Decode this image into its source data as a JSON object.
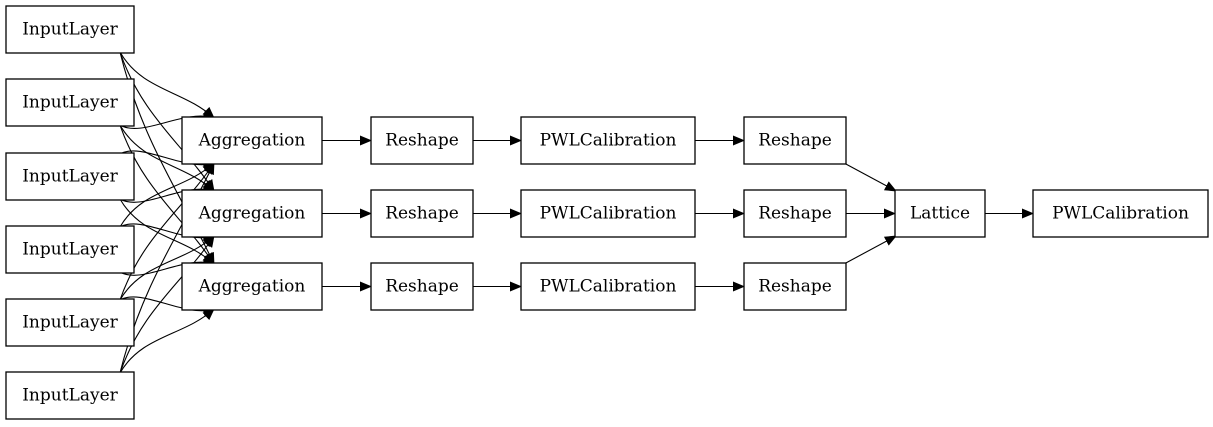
{
  "nodes": [
    {
      "id": "in1",
      "label": "InputLayer"
    },
    {
      "id": "in2",
      "label": "InputLayer"
    },
    {
      "id": "in3",
      "label": "InputLayer"
    },
    {
      "id": "in4",
      "label": "InputLayer"
    },
    {
      "id": "in5",
      "label": "InputLayer"
    },
    {
      "id": "in6",
      "label": "InputLayer"
    },
    {
      "id": "agg1",
      "label": "Aggregation"
    },
    {
      "id": "agg2",
      "label": "Aggregation"
    },
    {
      "id": "agg3",
      "label": "Aggregation"
    },
    {
      "id": "resA1",
      "label": "Reshape"
    },
    {
      "id": "resA2",
      "label": "Reshape"
    },
    {
      "id": "resA3",
      "label": "Reshape"
    },
    {
      "id": "pwl1",
      "label": "PWLCalibration"
    },
    {
      "id": "pwl2",
      "label": "PWLCalibration"
    },
    {
      "id": "pwl3",
      "label": "PWLCalibration"
    },
    {
      "id": "resB1",
      "label": "Reshape"
    },
    {
      "id": "resB2",
      "label": "Reshape"
    },
    {
      "id": "resB3",
      "label": "Reshape"
    },
    {
      "id": "lattice",
      "label": "Lattice"
    },
    {
      "id": "pwlOut",
      "label": "PWLCalibration"
    }
  ],
  "edges": [
    {
      "from": "in1",
      "to": "agg1"
    },
    {
      "from": "in1",
      "to": "agg2"
    },
    {
      "from": "in1",
      "to": "agg3"
    },
    {
      "from": "in2",
      "to": "agg1"
    },
    {
      "from": "in2",
      "to": "agg2"
    },
    {
      "from": "in2",
      "to": "agg3"
    },
    {
      "from": "in3",
      "to": "agg1"
    },
    {
      "from": "in3",
      "to": "agg2"
    },
    {
      "from": "in3",
      "to": "agg3"
    },
    {
      "from": "in4",
      "to": "agg1"
    },
    {
      "from": "in4",
      "to": "agg2"
    },
    {
      "from": "in4",
      "to": "agg3"
    },
    {
      "from": "in5",
      "to": "agg1"
    },
    {
      "from": "in5",
      "to": "agg2"
    },
    {
      "from": "in5",
      "to": "agg3"
    },
    {
      "from": "in6",
      "to": "agg1"
    },
    {
      "from": "in6",
      "to": "agg2"
    },
    {
      "from": "in6",
      "to": "agg3"
    },
    {
      "from": "agg1",
      "to": "resA1"
    },
    {
      "from": "agg2",
      "to": "resA2"
    },
    {
      "from": "agg3",
      "to": "resA3"
    },
    {
      "from": "resA1",
      "to": "pwl1"
    },
    {
      "from": "resA2",
      "to": "pwl2"
    },
    {
      "from": "resA3",
      "to": "pwl3"
    },
    {
      "from": "pwl1",
      "to": "resB1"
    },
    {
      "from": "pwl2",
      "to": "resB2"
    },
    {
      "from": "pwl3",
      "to": "resB3"
    },
    {
      "from": "resB1",
      "to": "lattice"
    },
    {
      "from": "resB2",
      "to": "lattice"
    },
    {
      "from": "resB3",
      "to": "lattice"
    },
    {
      "from": "lattice",
      "to": "pwlOut"
    }
  ]
}
